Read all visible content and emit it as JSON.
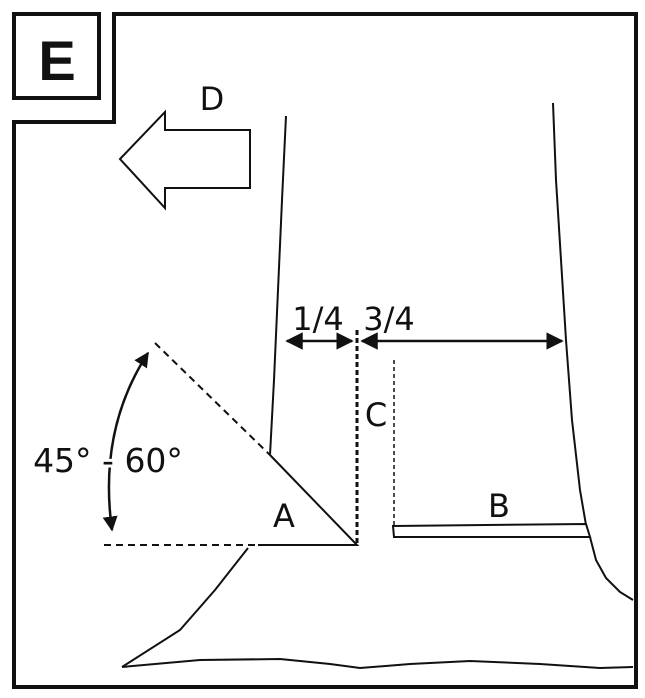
{
  "panel": {
    "letter": "E"
  },
  "labels": {
    "notch": "A",
    "back_cut": "B",
    "hinge": "C",
    "fall_direction": "D",
    "angle": "45° - 60°",
    "hinge_left_fraction": "1/4",
    "hinge_right_fraction": "3/4"
  },
  "icons": {
    "direction_arrow": "left-arrow-icon",
    "angle_arrows": "curved-double-arrow-icon",
    "measure_arrows": "double-arrow-icon"
  },
  "colors": {
    "ink": "#111111",
    "background": "#ffffff"
  }
}
